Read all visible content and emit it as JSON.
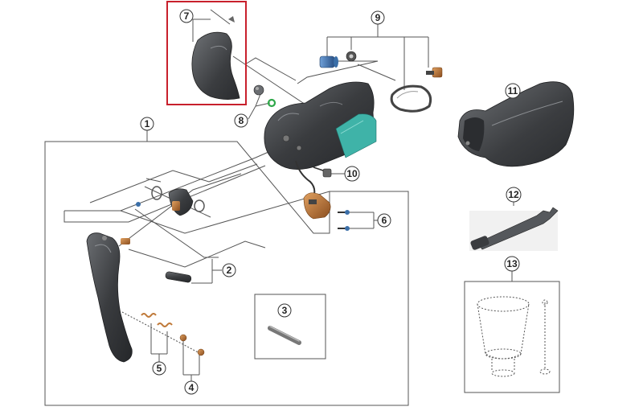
{
  "callouts": {
    "c1": "1",
    "c2": "2",
    "c3": "3",
    "c4": "4",
    "c5": "5",
    "c6": "6",
    "c7": "7",
    "c8": "8",
    "c9": "9",
    "c10": "10",
    "c11": "11",
    "c12": "12",
    "c13": "13"
  },
  "colors": {
    "highlight_box": "#c8202c",
    "part_dark": "#3a3c3f",
    "part_mid": "#55585c",
    "accent_teal": "#3fb3a8",
    "accent_copper": "#c07a3a",
    "accent_blue": "#3b6fa8",
    "accent_green": "#2fa84a",
    "line": "#555555"
  }
}
